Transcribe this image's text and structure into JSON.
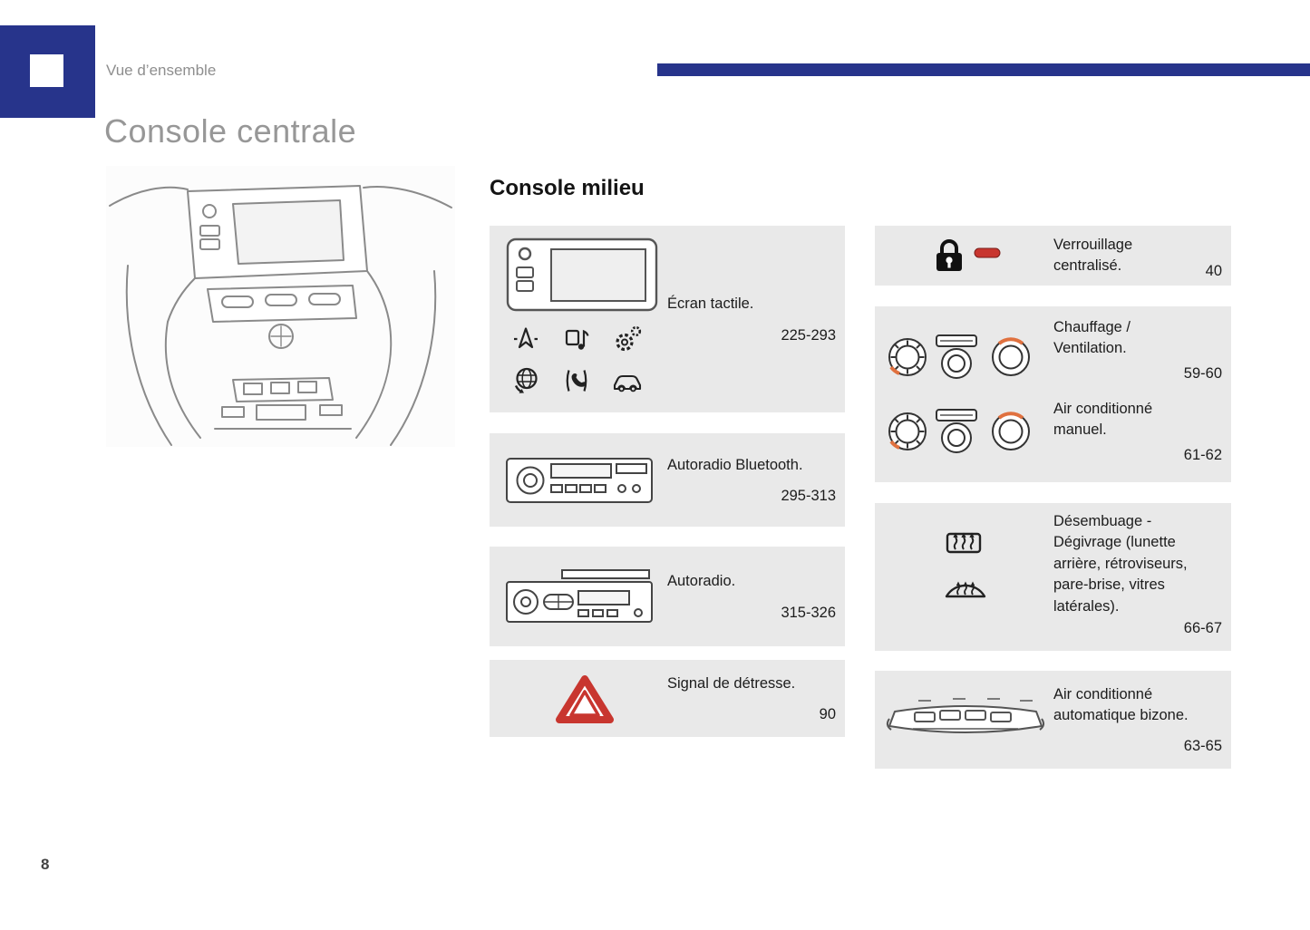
{
  "page": {
    "breadcrumb": "Vue d’ensemble",
    "title": "Console centrale",
    "page_number": "8"
  },
  "section": {
    "heading": "Console milieu"
  },
  "middle_items": [
    {
      "icon": "touchscreen-unit-icon",
      "label": "Écran tactile.",
      "pages": "225-293"
    },
    {
      "icon": "autoradio-bluetooth-icon",
      "label": "Autoradio Bluetooth.",
      "pages": "295-313"
    },
    {
      "icon": "autoradio-icon",
      "label": "Autoradio.",
      "pages": "315-326"
    },
    {
      "icon": "hazard-warning-icon",
      "label": "Signal de détresse.",
      "pages": "90"
    }
  ],
  "touchscreen_function_icons": [
    "navigation-icon",
    "media-music-icon",
    "settings-gear-icon",
    "internet-globe-icon",
    "phone-icon",
    "vehicle-icon"
  ],
  "right_items": [
    {
      "icon": "central-locking-icon",
      "label": "Verrouillage centralisé.",
      "pages": "40"
    },
    {
      "icon": "climate-knobs-icon",
      "entries": [
        {
          "label": "Chauffage / Ventilation.",
          "pages": "59-60"
        },
        {
          "label": "Air conditionné manuel.",
          "pages": "61-62"
        }
      ]
    },
    {
      "icon": "defrost-demist-icon",
      "label": "Désembuage - Dégivrage (lunette arrière, rétroviseurs, pare-brise, vitres latérales).",
      "pages": "66-67"
    },
    {
      "icon": "auto-ac-panel-icon",
      "label": "Air conditionné automatique bizone.",
      "pages": "63-65"
    }
  ],
  "colors": {
    "brand_blue": "#27348b",
    "box_gray": "#e9e9e9",
    "accent_red": "#c8362f",
    "heading_gray": "#979797",
    "knob_accent_orange": "#e0713f"
  }
}
